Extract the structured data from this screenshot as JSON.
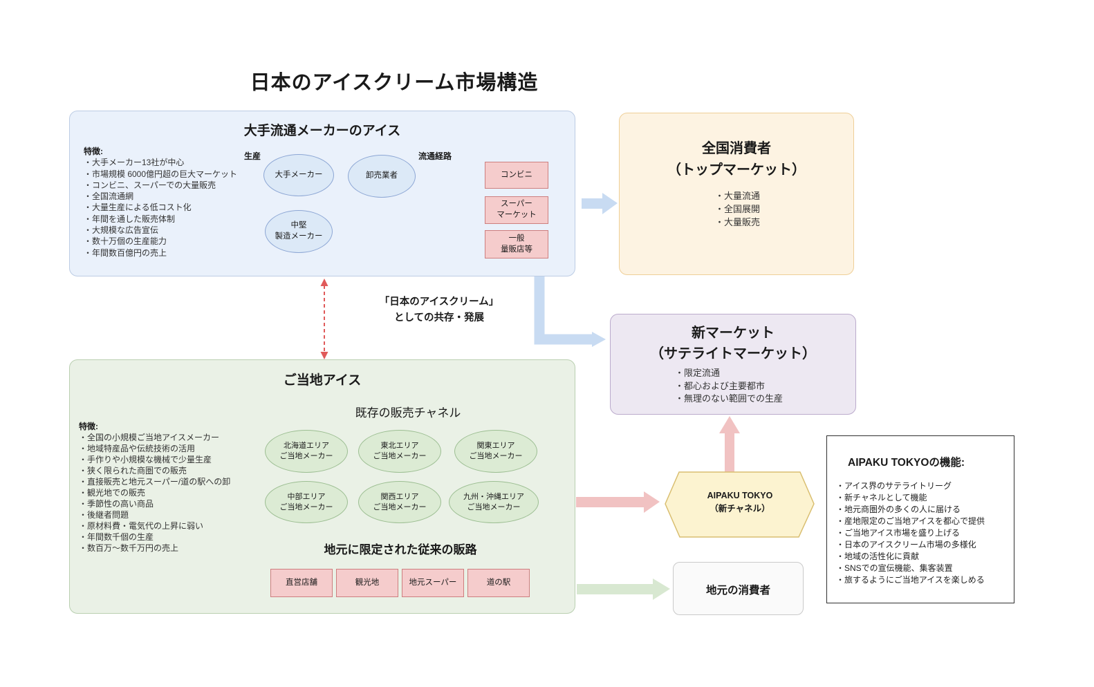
{
  "title": "日本のアイスクリーム市場構造",
  "palette": {
    "major_box_fill": "#EAF1FB",
    "local_box_fill": "#EAF1E6",
    "national_box_fill": "#FDF3E2",
    "new_market_fill": "#EDE8F2",
    "hexagon_fill": "#FCF3D0",
    "outlet_fill": "#F5CCCC",
    "blue_arrow": "#C8DBF2",
    "pink_arrow": "#F1C2C2",
    "green_arrow": "#D8E8D1",
    "red_dashed_arrow": "#E05A5A"
  },
  "major_ice": {
    "title": "大手流通メーカーのアイス",
    "features_label": "特徴:",
    "features": [
      "・大手メーカー13社が中心",
      "・市場規模 6000億円超の巨大マーケット",
      "・コンビニ、スーパーでの大量販売",
      "・全国流通網",
      "・大量生産による低コスト化",
      "・年間を通した販売体制",
      "・大規模な広告宣伝",
      "・数十万個の生産能力",
      "・年間数百億円の売上"
    ],
    "production_label": "生産",
    "channel_label": "流通経路",
    "maker_top": "大手メーカー",
    "maker_mid": "中堅\n製造メーカー",
    "wholesaler": "卸売業者",
    "outlets": [
      "コンビニ",
      "スーパー\nマーケット",
      "一般\n量販店等"
    ]
  },
  "national_consumers": {
    "title": "全国消費者\n（トップマーケット）",
    "bullets": [
      "・大量流通",
      "・全国展開",
      "・大量販売"
    ]
  },
  "coexistence_note": "「日本のアイスクリーム」\nとしての共存・発展",
  "new_market": {
    "title": "新マーケット\n（サテライトマーケット）",
    "bullets": [
      "・限定流通",
      "・都心および主要都市",
      "・無理のない範囲での生産"
    ]
  },
  "local_ice": {
    "title": "ご当地アイス",
    "features_label": "特徴:",
    "features": [
      "・全国の小規模ご当地アイスメーカー",
      "・地域特産品や伝統技術の活用",
      "・手作りや小規模な機械で少量生産",
      "・狭く限られた商圏での販売",
      "・直接販売と地元スーパー/道の駅への卸",
      "・観光地での販売",
      "・季節性の高い商品",
      "・後継者問題",
      "・原材料費・電気代の上昇に弱い",
      "・年間数千個の生産",
      "・数百万～数千万円の売上"
    ],
    "existing_channels_label": "既存の販売チャネル",
    "regions": [
      "北海道エリア\nご当地メーカー",
      "東北エリア\nご当地メーカー",
      "関東エリア\nご当地メーカー",
      "中部エリア\nご当地メーカー",
      "関西エリア\nご当地メーカー",
      "九州・沖縄エリア\nご当地メーカー"
    ],
    "traditional_channels_label": "地元に限定された従来の販路",
    "traditional_channels": [
      "直営店舗",
      "観光地",
      "地元スーパー",
      "道の駅"
    ]
  },
  "aipaku": {
    "label": "AIPAKU TOKYO\n（新チャネル）"
  },
  "aipaku_functions": {
    "title": "AIPAKU TOKYOの機能:",
    "bullets": [
      "・アイス界のサテライトリーグ",
      "・新チャネルとして機能",
      "・地元商圏外の多くの人に届ける",
      "・産地限定のご当地アイスを都心で提供",
      "・ご当地アイス市場を盛り上げる",
      "・日本のアイスクリーム市場の多様化",
      "・地域の活性化に貢献",
      "・SNSでの宣伝機能、集客装置",
      "・旅するようにご当地アイスを楽しめる"
    ]
  },
  "local_consumers": {
    "title": "地元の消費者"
  }
}
